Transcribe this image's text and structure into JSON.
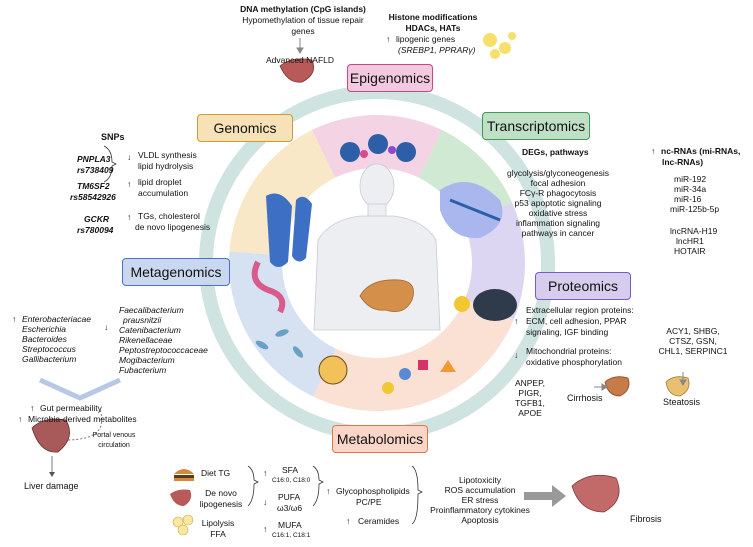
{
  "colors": {
    "ring": "#cfe3e0",
    "epigenomics_box": "#f2c9df",
    "genomics_box": "#f7e2b8",
    "transcriptomics_box": "#bfe0c4",
    "metagenomics_box": "#c9d8ee",
    "proteomics_box": "#d6cdee",
    "metabolomics_box": "#f9d6c8",
    "arrow_gray": "#888888"
  },
  "epigenomics": {
    "label": "Epigenomics",
    "dna_title": "DNA methylation (CpG islands)",
    "dna_line1": "Hypomethylation of tissue repair",
    "dna_line2": "genes",
    "nafld": "Advanced NAFLD",
    "histone_title": "Histone modifications",
    "histone_sub": "HDACs, HATs",
    "lipogenic1": "lipogenic genes",
    "lipogenic2": "(SREBP1, PPRARγ)"
  },
  "genomics": {
    "label": "Genomics",
    "snps": "SNPs",
    "g1_gene": "PNPLA3",
    "g1_rs": "rs738409",
    "g1_e1": "VLDL synthesis",
    "g1_e2": "lipid hydrolysis",
    "g2_gene": "TM6SF2",
    "g2_rs": "rs58542926",
    "g2_e1": "lipid droplet",
    "g2_e2": "accumulation",
    "g3_gene": "GCKR",
    "g3_rs": "rs780094",
    "g3_e1": "TGs, cholesterol",
    "g3_e2": "de novo lipogenesis"
  },
  "transcriptomics": {
    "label": "Transcriptomics",
    "degs_title": "DEGs, pathways",
    "degs": [
      "glycolysis/glyconeogenesis",
      "focal adhesion",
      "FCγ-R phagocytosis",
      "p53 apoptotic signaling",
      "oxidative stress",
      "inflammation signaling",
      "pathways in cancer"
    ],
    "ncrna_title1": "nc-RNAs (mi-RNAs,",
    "ncrna_title2": "lnc-RNAs)",
    "mirnas": [
      "miR-192",
      "miR-34a",
      "miR-16",
      "miR-125b-5p"
    ],
    "lncrnas": [
      "lncRNA-H19",
      "lncHR1",
      "HOTAIR"
    ]
  },
  "metagenomics": {
    "label": "Metagenomics",
    "up_bacteria": [
      "Enterobacteriacae",
      "Escherichia",
      "Bacteroides",
      "Streptococcus",
      "Gallibacterium"
    ],
    "down_bacteria": [
      "Faecalibacterium",
      "prausnitzii",
      "Catenibacterium",
      "Rikenellaceae",
      "Peptostreptococcaceae",
      "Mogibacterium",
      "Fubacterium"
    ],
    "gut": "Gut permeability",
    "microbia": "Microbia-derived metabolites",
    "portal1": "Portal venous",
    "portal2": "circulation",
    "liver_damage": "Liver damage"
  },
  "proteomics": {
    "label": "Proteomics",
    "extra1": "Extracellular region proteins:",
    "extra2": "ECM, cell adhesion, PPAR",
    "extra3": "signaling, IGF binding",
    "mito1": "Mitochondrial proteins:",
    "mito2": "oxidative phosphorylation",
    "steatosis_markers": [
      "ACY1, SHBG,",
      "CTSZ, GSN,",
      "CHL1, SERPINC1"
    ],
    "cirrhosis_markers": [
      "ANPEP,",
      "PIGR,",
      "TGFB1,",
      "APOE"
    ],
    "cirrhosis": "Cirrhosis",
    "steatosis": "Steatosis"
  },
  "metabolomics": {
    "label": "Metabolomics",
    "diet": "Diet TG",
    "denovo1": "De novo",
    "denovo2": "lipogenesis",
    "lipo1": "Lipolysis",
    "lipo2": "FFA",
    "sfa": "SFA",
    "sfa_sub": "C16:0, C18:0",
    "pufa": "PUFA",
    "pufa_sub": "ω3/ω6",
    "mufa": "MUFA",
    "mufa_sub": "C16:1, C18:1",
    "glyco1": "Glycophospholipids",
    "glyco2": "PC/PE",
    "ceramides": "Ceramides",
    "outcomes": [
      "Lipotoxicity",
      "ROS accumulation",
      "ER stress",
      "Proinflammatory cytokines",
      "Apoptosis"
    ],
    "fibrosis": "Fibrosis"
  }
}
